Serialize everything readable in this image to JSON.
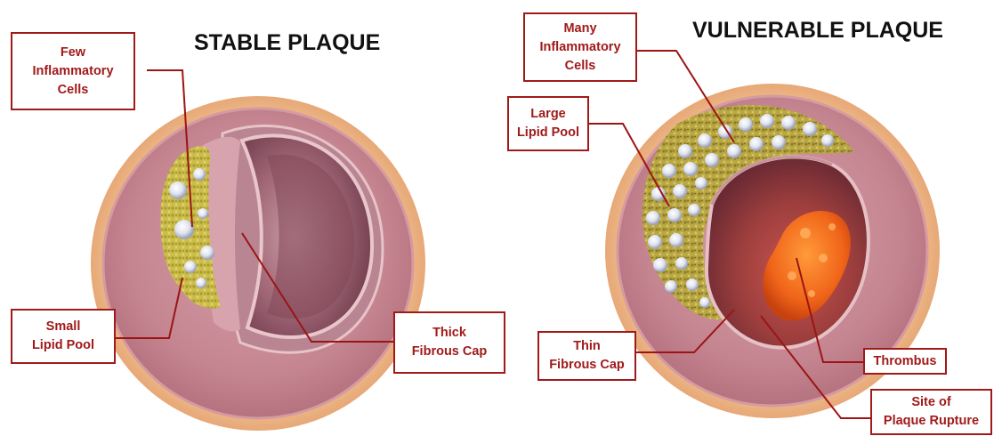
{
  "left_panel": {
    "title": "STABLE PLAQUE",
    "labels": {
      "few_cells": [
        "Few",
        "Inflammatory",
        "Cells"
      ],
      "small_pool": [
        "Small",
        "Lipid Pool"
      ],
      "thick_cap": [
        "Thick",
        "Fibrous Cap"
      ]
    }
  },
  "right_panel": {
    "title": "VULNERABLE PLAQUE",
    "labels": {
      "many_cells": [
        "Many",
        "Inflammatory",
        "Cells"
      ],
      "large_pool": [
        "Large",
        "Lipid Pool"
      ],
      "thin_cap": [
        "Thin",
        "Fibrous Cap"
      ],
      "thrombus": [
        "Thrombus"
      ],
      "rupture_site": [
        "Site of",
        "Plaque Rupture"
      ]
    }
  },
  "colors": {
    "label_border": "#a11a1a",
    "label_text": "#a11a1a",
    "leader_line": "#9c1515",
    "vessel_adventitia": "#f0c08e",
    "vessel_wall": "#c98a93",
    "lumen_dark": "#8a4f61",
    "plaque_lipid": "#c8b94a",
    "thrombus": "#f26a1b"
  },
  "icons": {
    "inflammatory_cell": "white-sphere",
    "lipid_pool": "yellow-granules",
    "thrombus": "orange-clot"
  }
}
